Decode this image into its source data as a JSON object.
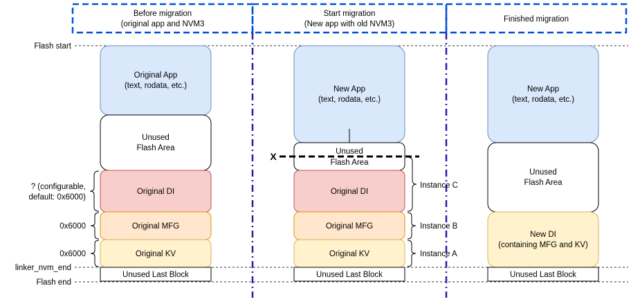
{
  "headers": {
    "col1_line1": "Before migration",
    "col1_line2": "(original app and NVM3",
    "col2_line1": "Start migration",
    "col2_line2": "(New app with old NVM3)",
    "col3_line1": "Finished migration"
  },
  "left_labels": {
    "flash_start": "Flash start",
    "di_size_line1": "? (configurable,",
    "di_size_line2": "default: 0x6000)",
    "mfg_size": "0x6000",
    "kv_size": "0x6000",
    "linker_nvm_end": "linker_nvm_end",
    "flash_end": "Flash end"
  },
  "col1": {
    "app_line1": "Original App",
    "app_line2": "(text, rodata, etc.)",
    "unused_line1": "Unused",
    "unused_line2": "Flash Area",
    "di": "Original DI",
    "mfg": "Original MFG",
    "kv": "Original KV",
    "last": "Unused Last Block"
  },
  "col2": {
    "app_line1": "New App",
    "app_line2": "(text, rodata, etc.)",
    "unused_line1": "Unused",
    "unused_line2": "Flash Area",
    "x_marker": "X",
    "di": "Original DI",
    "mfg": "Original MFG",
    "kv": "Original KV",
    "last": "Unused Last Block",
    "instance_c": "Instance C",
    "instance_b": "Instance B",
    "instance_a": "Instance A"
  },
  "col3": {
    "app_line1": "New App",
    "app_line2": "(text, rodata, etc.)",
    "unused_line1": "Unused",
    "unused_line2": "Flash Area",
    "di_line1": "New DI",
    "di_line2": "(containing MFG and KV)",
    "last": "Unused Last Block"
  },
  "colors": {
    "app_fill": "#dae8fc",
    "app_stroke": "#6c8ebf",
    "di_fill": "#f8cecc",
    "di_stroke": "#b85450",
    "mfg_fill": "#ffe6cc",
    "mfg_stroke": "#d79b00",
    "kv_fill": "#fff2cc",
    "kv_stroke": "#d6b656",
    "header_dash": "#0050d8",
    "divider": "#2a1aa8"
  }
}
